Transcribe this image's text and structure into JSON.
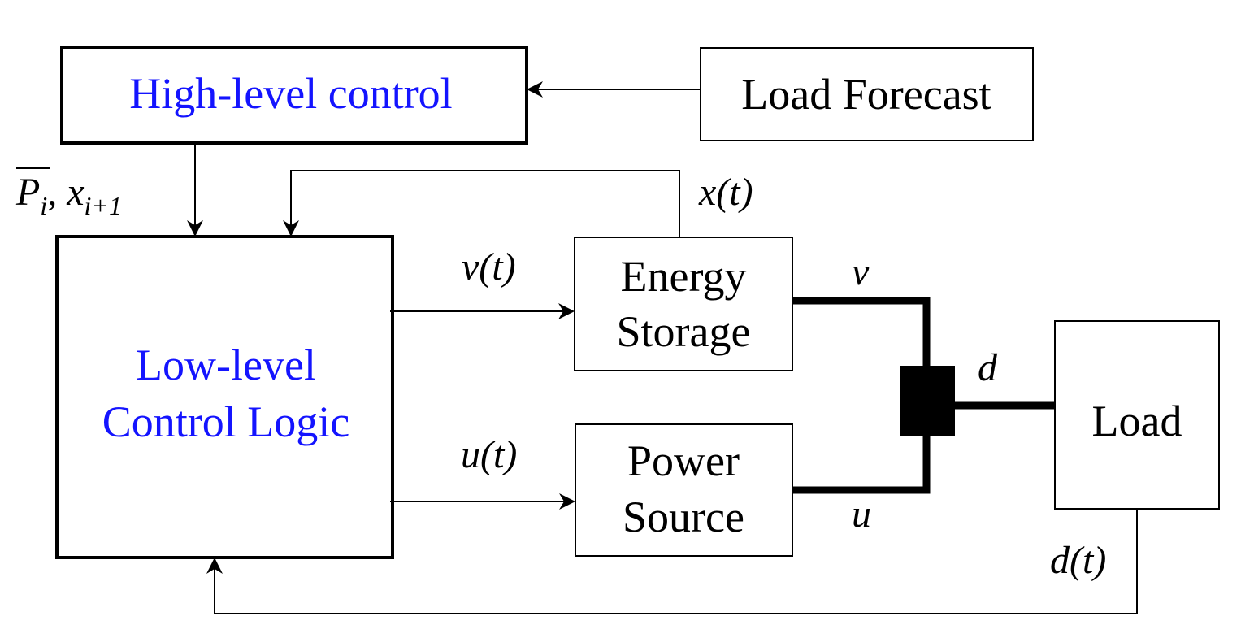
{
  "colors": {
    "line": "#000000",
    "controller_text": "#1414ff",
    "block_text": "#000000",
    "background": "#ffffff"
  },
  "blocks": {
    "high_level": {
      "label": "High-level control"
    },
    "load_forecast": {
      "label": "Load Forecast"
    },
    "low_level": {
      "label_line1": "Low-level",
      "label_line2": "Control Logic"
    },
    "energy_storage": {
      "label_line1": "Energy",
      "label_line2": "Storage"
    },
    "power_source": {
      "label_line1": "Power",
      "label_line2": "Source"
    },
    "load": {
      "label": "Load"
    }
  },
  "signals": {
    "setpoint_P": "P",
    "setpoint_P_sub": "i",
    "setpoint_sep": ", ",
    "setpoint_x": "x",
    "setpoint_x_sub": "i+1",
    "state": "x(t)",
    "storage_cmd": "v(t)",
    "source_cmd": "u(t)",
    "storage_flow": "v",
    "source_flow": "u",
    "demand_flow": "d",
    "demand_meas": "d(t)"
  }
}
